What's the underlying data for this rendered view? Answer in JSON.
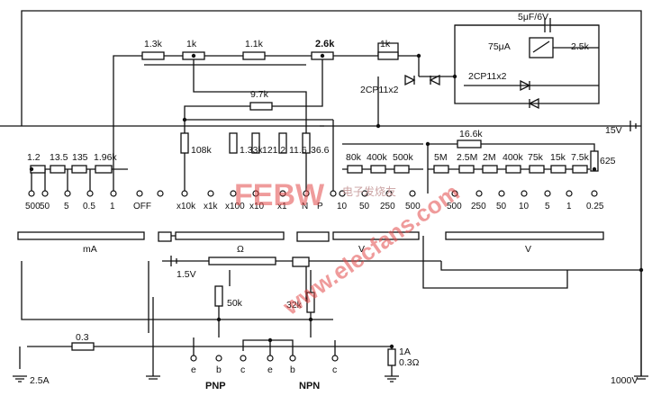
{
  "diagram": {
    "top_resistors": [
      "1.3k",
      "1k",
      "1.1k",
      "2.6k",
      "1k"
    ],
    "capacitor": "5μF/6V",
    "meter": {
      "label": "75μA",
      "series_r": "2.5k"
    },
    "diode_pair_1": "2CP11x2",
    "diode_pair_2": "2CP11x2",
    "r_9_7k": "9.7k",
    "r_16_6k": "16.6k",
    "battery_15v": "15V",
    "r_625": "625",
    "ohm_resistors": [
      "108k",
      "1.33k",
      "121.2",
      "11.6",
      "36.6"
    ],
    "ma_shunts": [
      "1.2",
      "13.5",
      "135",
      "1.96k"
    ],
    "ac_resistors": [
      "80k",
      "400k",
      "500k"
    ],
    "dc_resistors": [
      "5M",
      "2.5M",
      "2M",
      "400k",
      "75k",
      "15k",
      "7.5k"
    ],
    "ma_taps": [
      "500",
      "50",
      "5",
      "0.5",
      "1",
      "OFF"
    ],
    "ohm_taps": [
      "x10k",
      "x1k",
      "x100",
      "x10",
      "x1",
      "N",
      "P"
    ],
    "ac_taps": [
      "10",
      "50",
      "250",
      "500"
    ],
    "dc_taps": [
      "500",
      "250",
      "50",
      "10",
      "5",
      "1",
      "0.25"
    ],
    "range_labels": [
      "mA",
      "Ω",
      "V",
      "V"
    ],
    "battery_1_5v": "1.5V",
    "r_50k": "50k",
    "r_32k": "32k",
    "r_0_3": "0.3",
    "fuse": [
      "1A",
      "0.3Ω"
    ],
    "pnp_pins": [
      "e",
      "b",
      "c"
    ],
    "npn_pins": [
      "e",
      "b",
      "c"
    ],
    "pnp_label": "PNP",
    "npn_label": "NPN",
    "terminal_2_5a": "2.5A",
    "terminal_1000v": "1000V",
    "watermark": "www.elecfans.com",
    "watermark_logo": "FEBW",
    "watermark_cn": "电子发烧友"
  }
}
